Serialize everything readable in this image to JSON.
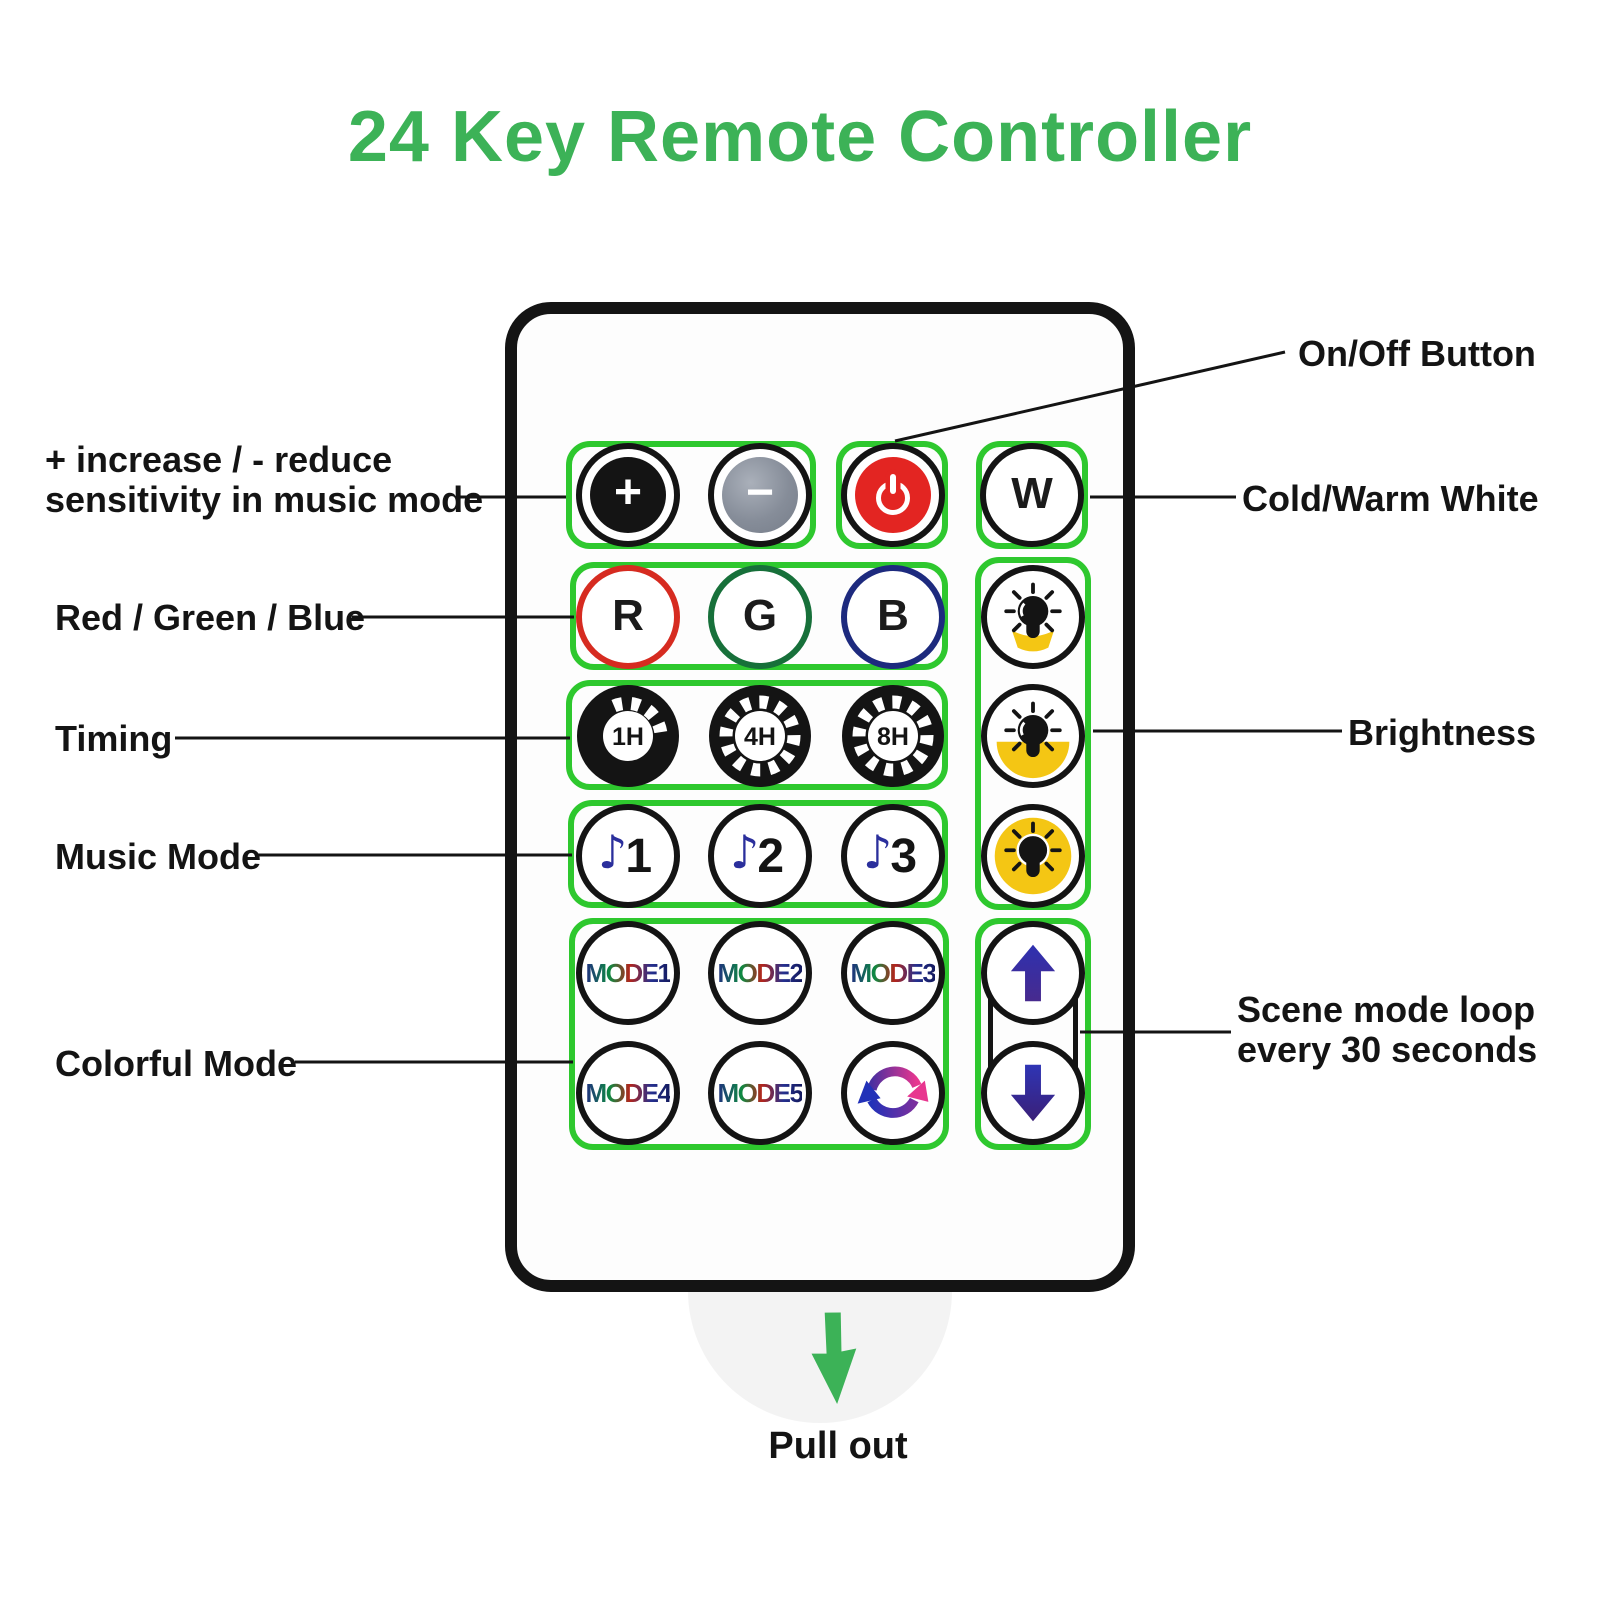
{
  "title": "24 Key Remote Controller",
  "annotations": {
    "on_off": "On/Off Button",
    "sensitivity_line1": "+ increase / - reduce",
    "sensitivity_line2": "sensitivity in music mode",
    "cold_warm_white": "Cold/Warm White",
    "rgb": "Red / Green / Blue",
    "timing": "Timing",
    "brightness": "Brightness",
    "music_mode": "Music Mode",
    "scene_loop_line1": "Scene mode loop",
    "scene_loop_line2": "every 30 seconds",
    "colorful_mode": "Colorful Mode",
    "pull_out": "Pull out"
  },
  "remote": {
    "keys": {
      "plus": "+",
      "minus": "−",
      "white": "W",
      "red": "R",
      "green": "G",
      "blue": "B",
      "timer_1h": "1H",
      "timer_4h": "4H",
      "timer_8h": "8H",
      "music_note": "♪",
      "music_1": "1",
      "music_2": "2",
      "music_3": "3",
      "mode_1": "MODE1",
      "mode_2": "MODE2",
      "mode_3": "MODE3",
      "mode_4": "MODE4",
      "mode_5": "MODE5"
    }
  },
  "colors": {
    "title_green": "#3cb257",
    "outline_green": "#2ec82e",
    "power_red": "#e32522",
    "ring_red": "#d62b20",
    "ring_green": "#17703a",
    "ring_blue": "#1d2a7e",
    "bulb_yellow": "#f4c614",
    "note_blue": "#2b2f9c",
    "arrow_blue": "#2e31b0",
    "cycle_pink": "#e8368f",
    "label_black": "#141414"
  }
}
